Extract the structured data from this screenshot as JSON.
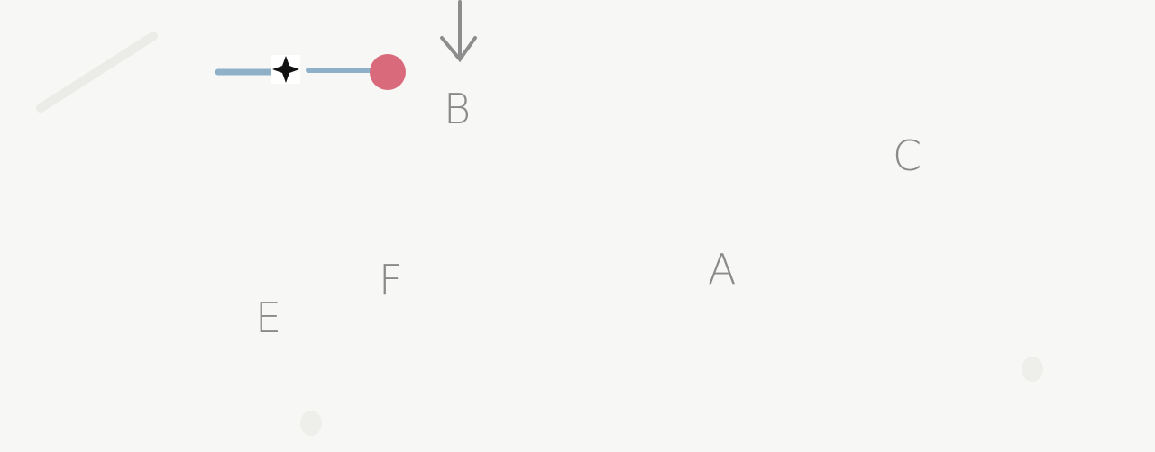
{
  "labels": {
    "a": "A",
    "b": "B",
    "c": "C",
    "e": "E",
    "f": "F"
  },
  "colors": {
    "blue": "#8fb0c9",
    "pink": "#d96a7c",
    "gray": "#8d8d8d",
    "black": "#111111",
    "paper": "#f7f7f5"
  }
}
